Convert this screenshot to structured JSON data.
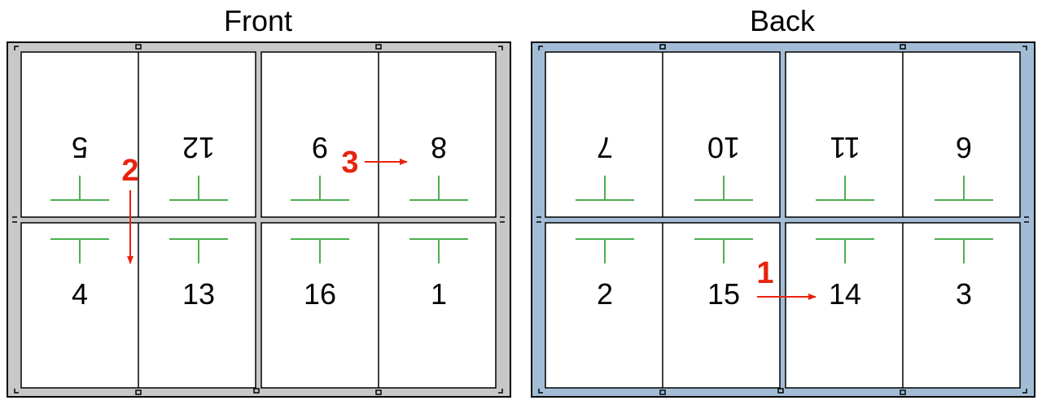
{
  "colors": {
    "front_frame": "#c8c8c8",
    "back_frame": "#a3bcd6",
    "page_fill": "#ffffff",
    "border": "#000000",
    "fold_mark": "#4caf50",
    "step_arrow": "#e8240e"
  },
  "sheets": [
    {
      "key": "front",
      "title": "Front",
      "top_row": [
        "5",
        "12",
        "9",
        "8"
      ],
      "bottom_row": [
        "4",
        "13",
        "16",
        "1"
      ]
    },
    {
      "key": "back",
      "title": "Back",
      "top_row": [
        "7",
        "10",
        "11",
        "6"
      ],
      "bottom_row": [
        "2",
        "15",
        "14",
        "3"
      ]
    }
  ],
  "steps": [
    {
      "number": "1",
      "sheet": "back",
      "direction": "right"
    },
    {
      "number": "2",
      "sheet": "front",
      "direction": "down"
    },
    {
      "number": "3",
      "sheet": "front",
      "direction": "right"
    }
  ]
}
